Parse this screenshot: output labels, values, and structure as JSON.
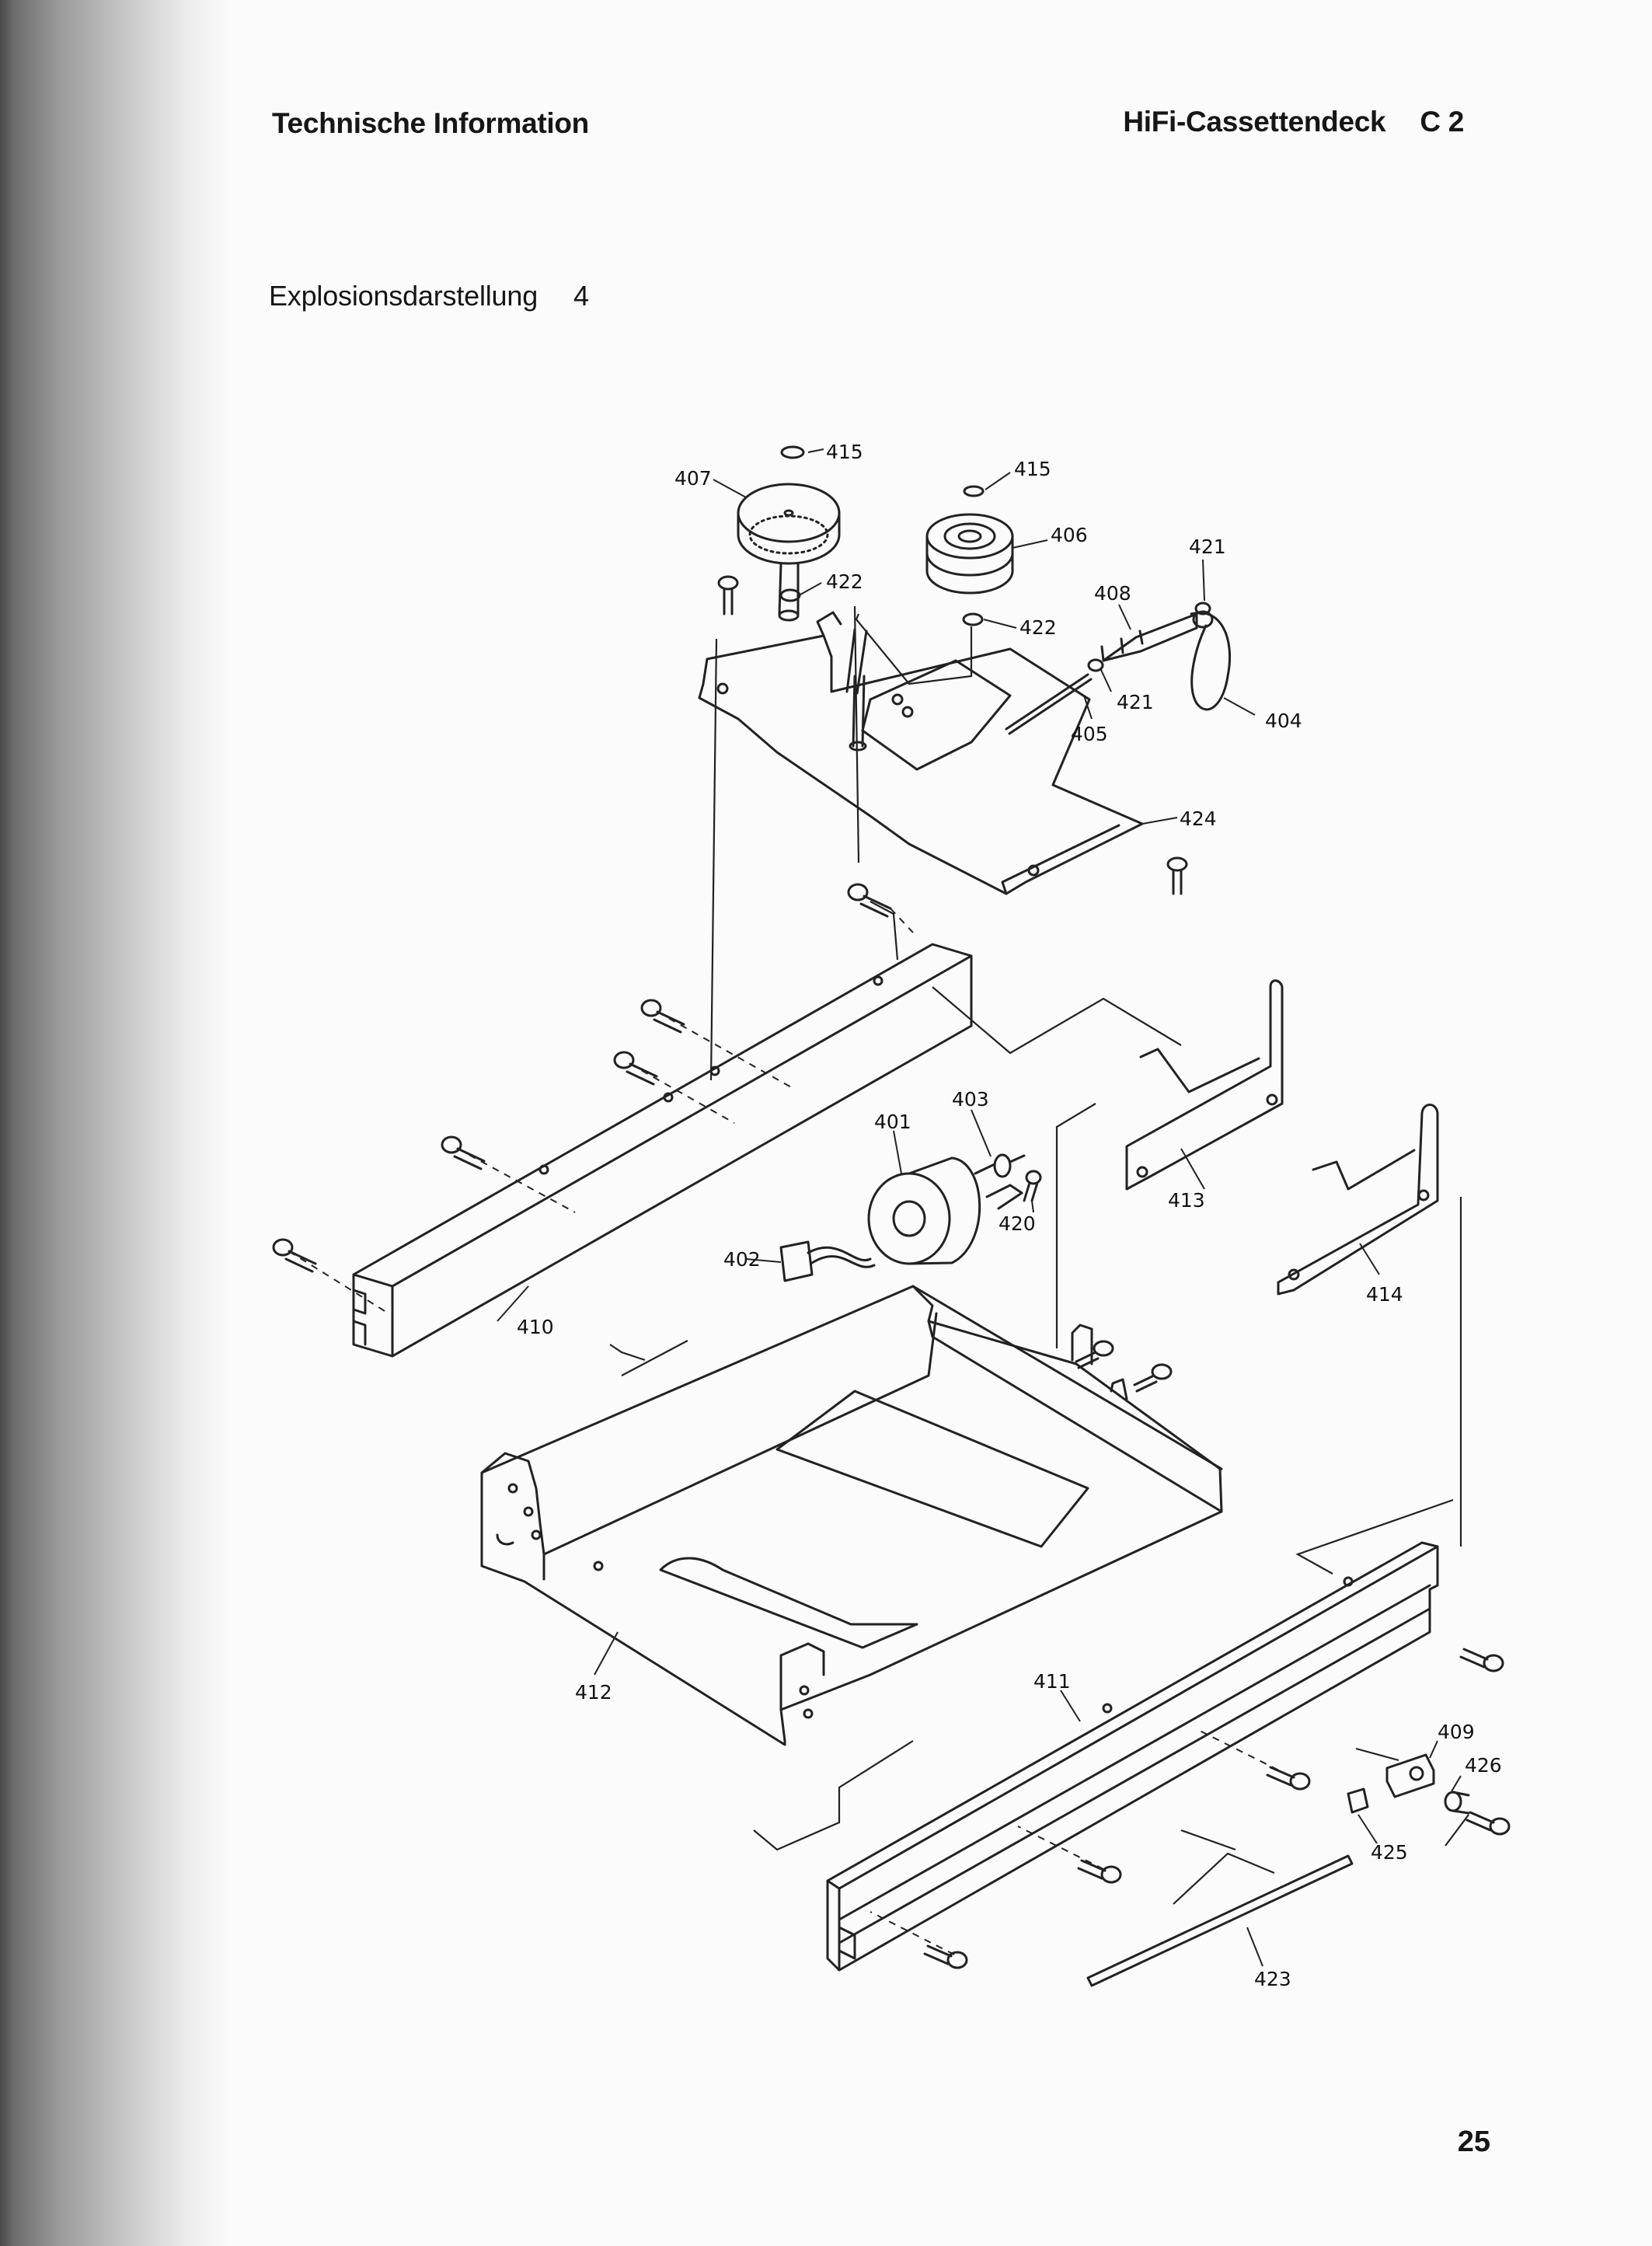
{
  "header": {
    "left": "Technische Information",
    "right_product": "HiFi-Cassettendeck",
    "right_model": "C 2"
  },
  "section": {
    "title": "Explosionsdarstellung",
    "number": "4"
  },
  "diagram": {
    "labels": {
      "p401": "401",
      "p402": "402",
      "p403": "403",
      "p404": "404",
      "p405": "405",
      "p406": "406",
      "p407": "407",
      "p408": "408",
      "p409": "409",
      "p410": "410",
      "p411": "411",
      "p412": "412",
      "p413": "413",
      "p414": "414",
      "p415a": "415",
      "p415b": "415",
      "p420": "420",
      "p421a": "421",
      "p421b": "421",
      "p422a": "422",
      "p422b": "422",
      "p423": "423",
      "p424": "424",
      "p425": "425",
      "p426": "426"
    }
  },
  "page_number": "25"
}
